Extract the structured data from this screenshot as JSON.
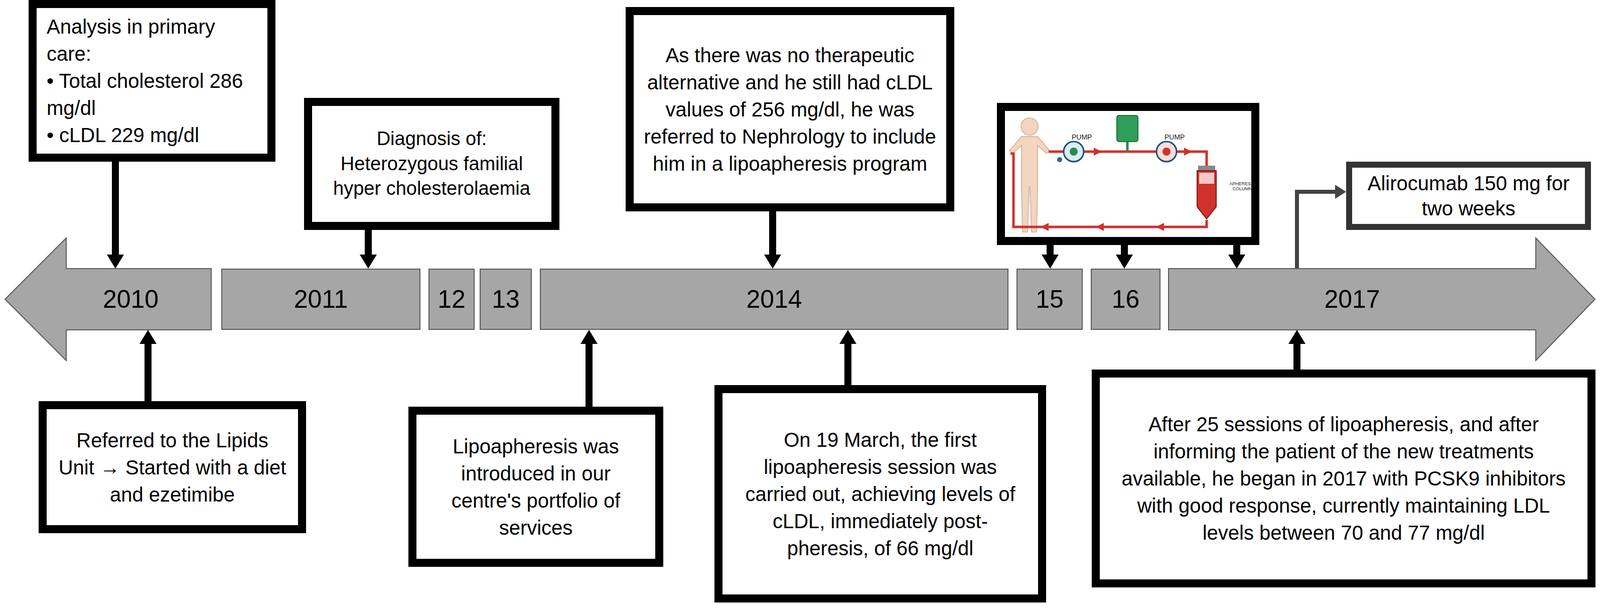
{
  "diagram": {
    "nodes": [
      {
        "text": [
          "Analysis in primary care:",
          "• Total cholesterol 286 mg/dl",
          "• cLDL 229 mg/dl"
        ]
      },
      {
        "text": [
          "Diagnosis of:",
          "Heterozygous familial hyper cholesterolaemia"
        ]
      },
      {
        "text": [
          "As there was no therapeutic alternative and he still had cLDL values of 256 mg/dl, he was referred to Nephrology to include him in a lipoapheresis program"
        ]
      },
      {
        "text": [
          "PUMP",
          "PUMP",
          "APHERESIS COLUMN"
        ]
      },
      {
        "text": [
          "Alirocumab 150 mg for two weeks"
        ]
      },
      {
        "text": [
          "2010"
        ]
      },
      {
        "text": [
          "2011"
        ]
      },
      {
        "text": [
          "12"
        ]
      },
      {
        "text": [
          "13"
        ]
      },
      {
        "text": [
          "2014"
        ]
      },
      {
        "text": [
          "15"
        ]
      },
      {
        "text": [
          "16"
        ]
      },
      {
        "text": [
          "2017"
        ]
      },
      {
        "text": [
          "Referred to the Lipids Unit → Started with a diet and ezetimibe"
        ]
      },
      {
        "text": [
          "Lipoapheresis was introduced in our centre's portfolio of services"
        ]
      },
      {
        "text": [
          "On 19 March, the first lipoapheresis session was carried out, achieving levels of cLDL, immediately post-pheresis, of 66 mg/dl"
        ]
      },
      {
        "text": [
          "After 25 sessions of lipoapheresis, and after informing the patient of the new treatments available, he began in 2017 with PCSK9 inhibitors with good response, currently maintaining LDL levels between 70 and 77 mg/dl"
        ]
      }
    ],
    "edges": [
      {
        "from": 0,
        "to": 5,
        "arrow": "to"
      },
      {
        "from": 1,
        "to": 6,
        "arrow": "to"
      },
      {
        "from": 2,
        "to": 9,
        "arrow": "to"
      },
      {
        "from": 3,
        "to": 10,
        "arrow": "to"
      },
      {
        "from": 3,
        "to": 11,
        "arrow": "to"
      },
      {
        "from": 3,
        "to": 12,
        "arrow": "to"
      },
      {
        "from": 12,
        "to": 4,
        "arrow": "to"
      },
      {
        "from": 13,
        "to": 5,
        "arrow": "to"
      },
      {
        "from": 14,
        "to": 9,
        "arrow": "to"
      },
      {
        "from": 15,
        "to": 9,
        "arrow": "to"
      },
      {
        "from": 16,
        "to": 12,
        "arrow": "to"
      }
    ]
  }
}
